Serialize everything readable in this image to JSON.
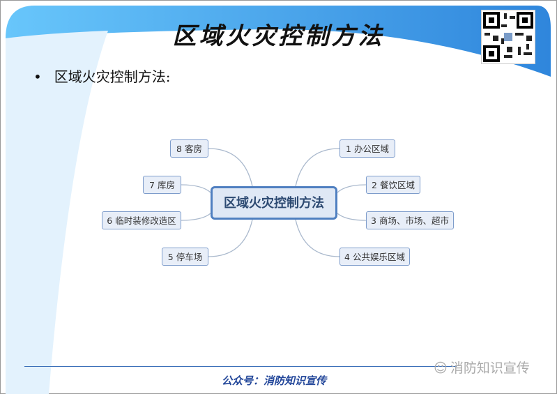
{
  "slide": {
    "title": "区域火灾控制方法",
    "bullet": "区域火灾控制方法:",
    "footer": "公众号：消防知识宣传",
    "watermark": "消防知识宣传"
  },
  "mindmap": {
    "center": "区域火灾控制方法",
    "nodes": [
      {
        "label": "8 客房"
      },
      {
        "label": "7 库房"
      },
      {
        "label": "6 临时装修改造区"
      },
      {
        "label": "5 停车场"
      },
      {
        "label": "1 办公区域"
      },
      {
        "label": "2 餐饮区域"
      },
      {
        "label": "3 商场、市场、超市"
      },
      {
        "label": "4 公共娱乐区域"
      }
    ]
  },
  "colors": {
    "header_blue": "#5bb8f5",
    "accent": "#4f7fc0"
  }
}
